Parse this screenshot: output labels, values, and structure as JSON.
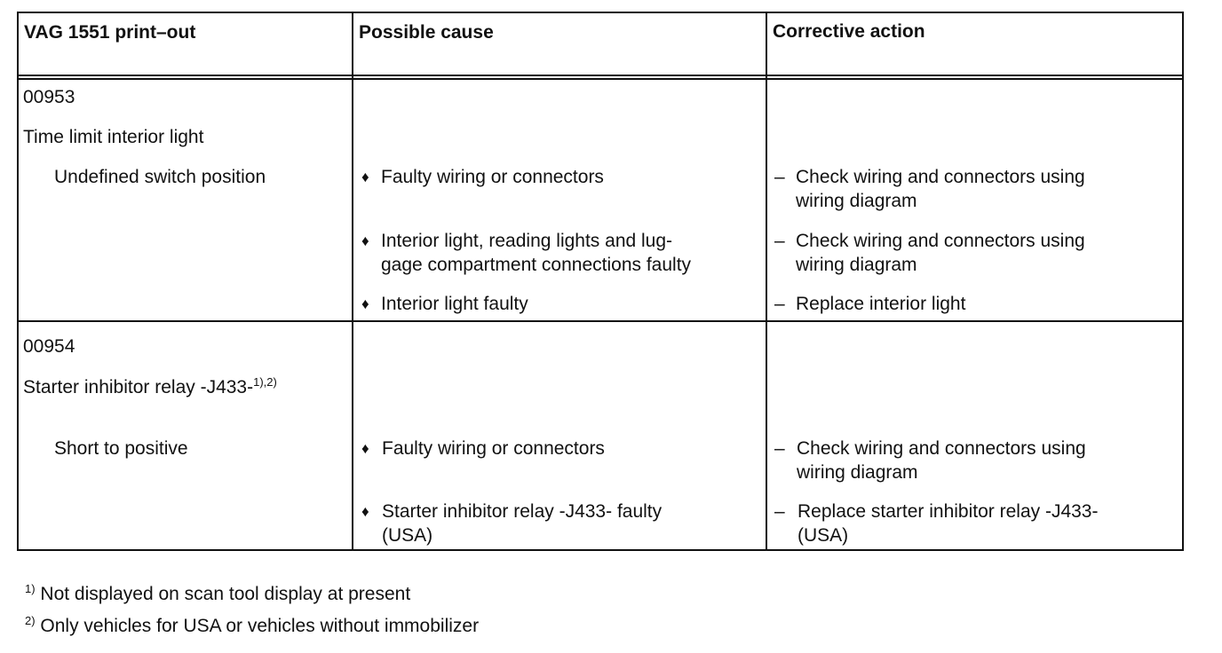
{
  "table": {
    "headers": {
      "col1": "VAG 1551 print–out",
      "col2": "Possible cause",
      "col3": "Corrective action"
    },
    "rows": [
      {
        "code": "00953",
        "component": "Time limit interior light",
        "fault": "Undefined switch position",
        "causes": [
          {
            "bullet": "♦",
            "lines": [
              "Faulty wiring or connectors"
            ]
          },
          {
            "bullet": "♦",
            "lines": [
              "Interior light, reading lights and lug-",
              "gage compartment connections faulty"
            ]
          },
          {
            "bullet": "♦",
            "lines": [
              "Interior light faulty"
            ]
          }
        ],
        "actions": [
          {
            "dash": "–",
            "lines": [
              "Check wiring and connectors using",
              "wiring diagram"
            ]
          },
          {
            "dash": "–",
            "lines": [
              "Check wiring and connectors using",
              "wiring diagram"
            ]
          },
          {
            "dash": "–",
            "lines": [
              "Replace interior light"
            ]
          }
        ]
      },
      {
        "code": "00954",
        "component": "Starter inhibitor relay -J433-",
        "component_sup": "1),2)",
        "fault": "Short to positive",
        "causes": [
          {
            "bullet": "♦",
            "lines": [
              "Faulty wiring or connectors"
            ]
          },
          {
            "bullet": "♦",
            "lines": [
              "Starter inhibitor relay -J433- faulty",
              "(USA)"
            ]
          }
        ],
        "actions": [
          {
            "dash": "–",
            "lines": [
              "Check wiring and connectors using",
              "wiring diagram"
            ]
          },
          {
            "dash": "–",
            "lines": [
              "Replace starter inhibitor relay -J433-",
              "(USA)"
            ]
          }
        ]
      }
    ]
  },
  "footnotes": [
    {
      "mark": "1)",
      "text": "Not displayed on scan tool display at present"
    },
    {
      "mark": "2)",
      "text": "Only vehicles for USA or vehicles without immobilizer"
    }
  ]
}
